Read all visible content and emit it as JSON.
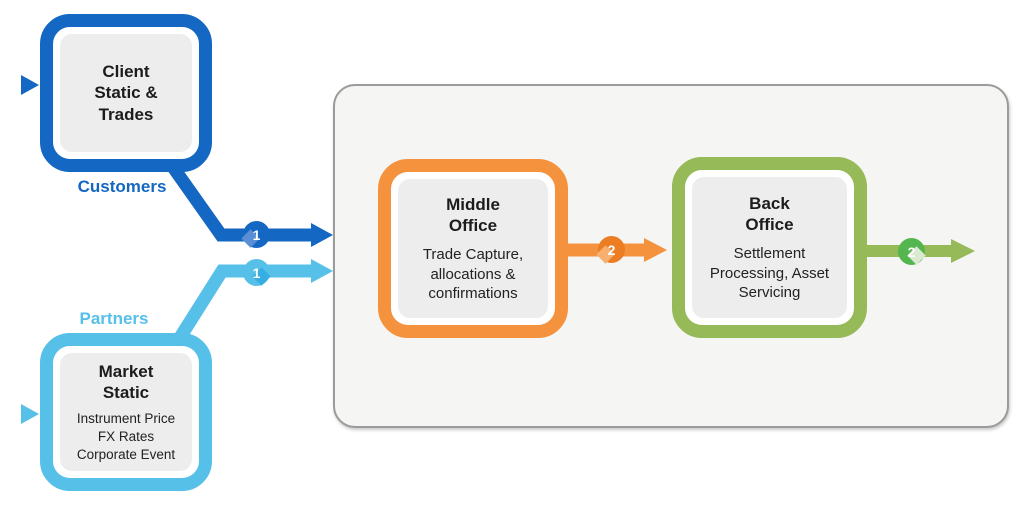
{
  "colors": {
    "dark_blue": "#1467c2",
    "dark_blue_light": "#5a8fd6",
    "light_blue": "#56c0e8",
    "light_blue_deep": "#35aee2",
    "orange": "#f5923e",
    "orange_deep": "#ed7d23",
    "orange_light": "#f8b071",
    "green": "#95ba57",
    "green_badge": "#55b54f",
    "green_pale": "#d9ead0",
    "panel_gray": "#ededed",
    "container_bg": "#f5f5f4",
    "container_border": "#9b9b9b"
  },
  "sources": {
    "customers": {
      "label": "Customers",
      "box_title": "Client\nStatic &\nTrades"
    },
    "partners": {
      "label": "Partners",
      "box_title": "Market\nStatic",
      "box_subtitle": "Instrument Price\nFX Rates\nCorporate Event"
    }
  },
  "process": {
    "middle_office": {
      "title": "Middle\nOffice",
      "subtitle": "Trade Capture,\nallocations &\nconfirmations"
    },
    "back_office": {
      "title": "Back\nOffice",
      "subtitle": "Settlement\nProcessing, Asset\nServicing"
    }
  },
  "flow_badges": {
    "client_flow": "1",
    "market_flow": "1",
    "middle_to_back": "2",
    "back_out": "2"
  }
}
